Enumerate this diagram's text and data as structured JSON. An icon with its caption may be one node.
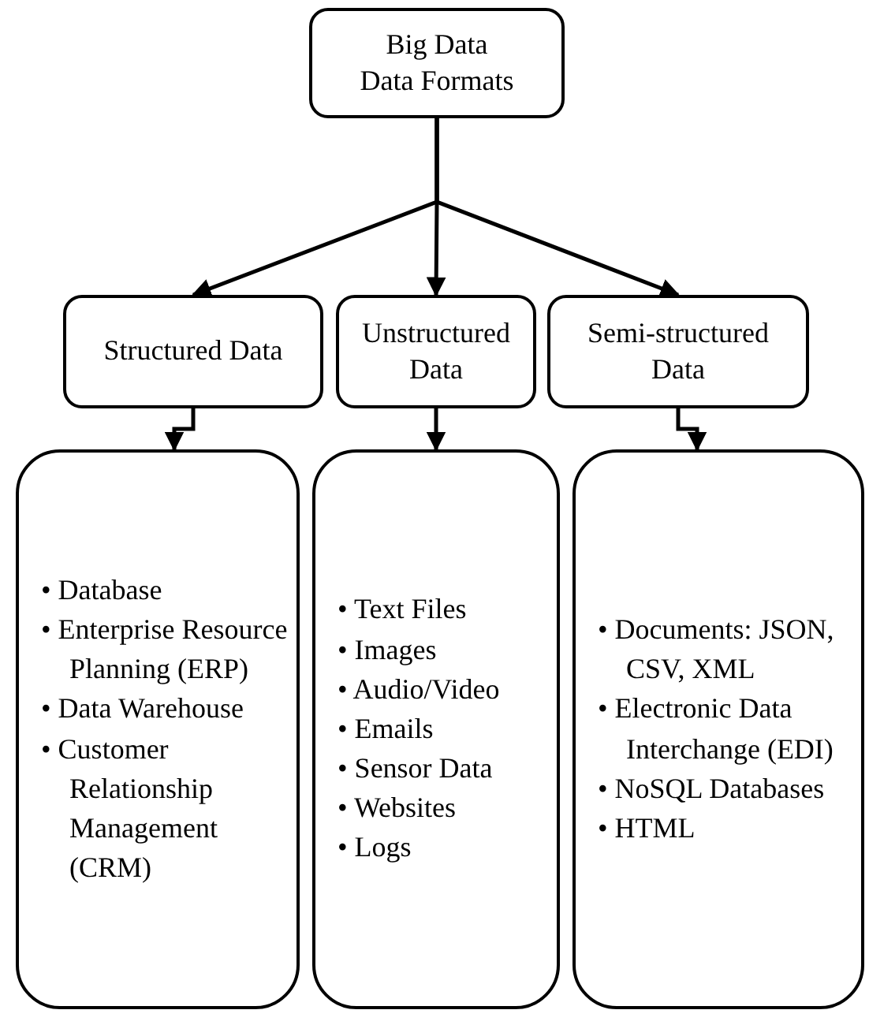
{
  "diagram": {
    "nodes": [
      {
        "text": [
          "Big Data",
          "Data Formats"
        ]
      },
      {
        "text": [
          "Structured Data"
        ]
      },
      {
        "text": [
          "Unstructured Data"
        ]
      },
      {
        "text": [
          "Semi-structured Data"
        ]
      },
      {
        "text": [
          "• Database",
          "• Enterprise Resource Planning (ERP)",
          "• Data Warehouse",
          "• Customer Relationship Management (CRM)"
        ]
      },
      {
        "text": [
          "• Text Files",
          "• Images",
          "• Audio/Video",
          "• Emails",
          "• Sensor Data",
          "• Websites",
          "• Logs"
        ]
      },
      {
        "text": [
          "• Documents: JSON, CSV, XML",
          "• Electronic Data Interchange (EDI)",
          "• NoSQL Databases",
          "• HTML"
        ]
      }
    ],
    "edges": [
      {
        "from": 0,
        "to": 1,
        "arrow": "to"
      },
      {
        "from": 0,
        "to": 2,
        "arrow": "to"
      },
      {
        "from": 0,
        "to": 3,
        "arrow": "to"
      },
      {
        "from": 1,
        "to": 4,
        "arrow": "to"
      },
      {
        "from": 2,
        "to": 5,
        "arrow": "to"
      },
      {
        "from": 3,
        "to": 6,
        "arrow": "to"
      }
    ]
  }
}
